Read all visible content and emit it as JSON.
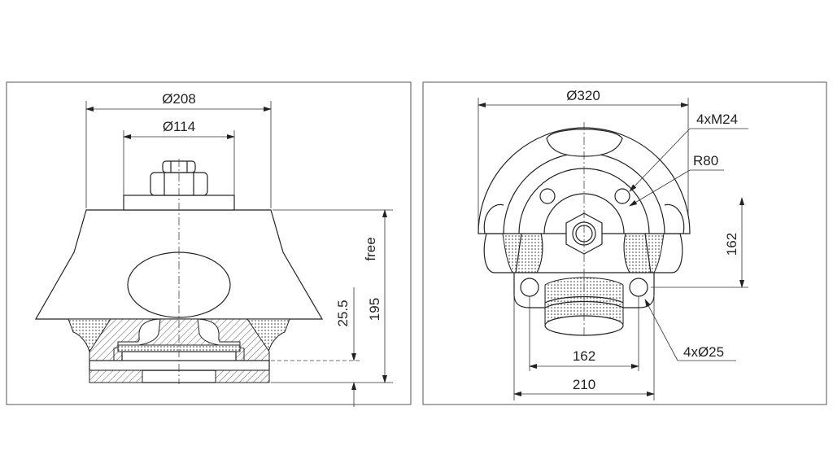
{
  "side_view": {
    "dim_outer_diameter": "Ø208",
    "dim_plate_diameter": "Ø114",
    "dim_free": "free",
    "dim_height": "195",
    "dim_deflection": "25.5"
  },
  "top_view": {
    "dim_outer_diameter": "Ø320",
    "label_threads": "4xM24",
    "label_radius": "R80",
    "dim_height": "162",
    "label_holes": "4xØ25",
    "dim_hole_spacing": "162",
    "dim_flange_width": "210"
  }
}
